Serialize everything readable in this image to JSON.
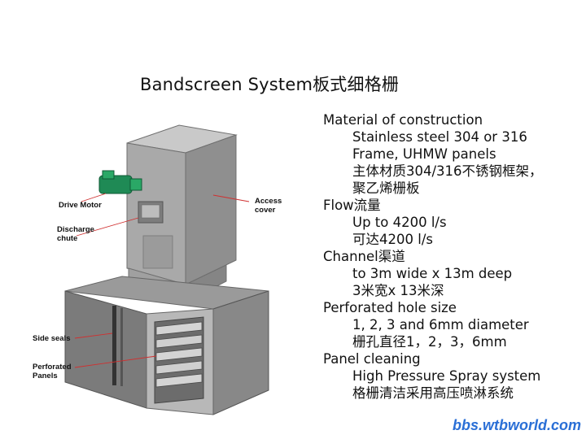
{
  "title": "Bandscreen System板式细格栅",
  "lines": [
    {
      "kind": "head",
      "text": "Material of construction"
    },
    {
      "kind": "sub",
      "text": "Stainless steel 304 or 316"
    },
    {
      "kind": "sub",
      "text": "Frame, UHMW panels"
    },
    {
      "kind": "sub",
      "text": "主体材质304/316不锈钢框架，"
    },
    {
      "kind": "sub",
      "text": "聚乙烯栅板"
    },
    {
      "kind": "head",
      "text": "Flow流量"
    },
    {
      "kind": "sub",
      "text": "Up to 4200 l/s"
    },
    {
      "kind": "sub",
      "text": "可达4200 l/s"
    },
    {
      "kind": "head",
      "text": "Channel渠道"
    },
    {
      "kind": "sub",
      "text": "to 3m wide x 13m deep"
    },
    {
      "kind": "sub",
      "text": "3米宽x 13米深"
    },
    {
      "kind": "head",
      "text": "Perforated hole size"
    },
    {
      "kind": "sub",
      "text": "1, 2, 3 and 6mm diameter"
    },
    {
      "kind": "sub",
      "text": "栅孔直径1，2，3，6mm"
    },
    {
      "kind": "head",
      "text": "Panel cleaning"
    },
    {
      "kind": "sub",
      "text": "High Pressure Spray system"
    },
    {
      "kind": "sub",
      "text": "格栅清洁采用高压喷淋系统"
    }
  ],
  "diagram_labels": {
    "drive_motor": "Drive Motor",
    "discharge_chute": "Discharge\nchute",
    "access_cover": "Access\ncover",
    "side_seals": "Side seals",
    "perforated_panels": "Perforated\nPanels"
  },
  "watermark": "bbs.wtbworld.com",
  "colors": {
    "callout_line": "#d03030",
    "motor": "#1f8a55",
    "watermark": "#2a6fd6"
  }
}
